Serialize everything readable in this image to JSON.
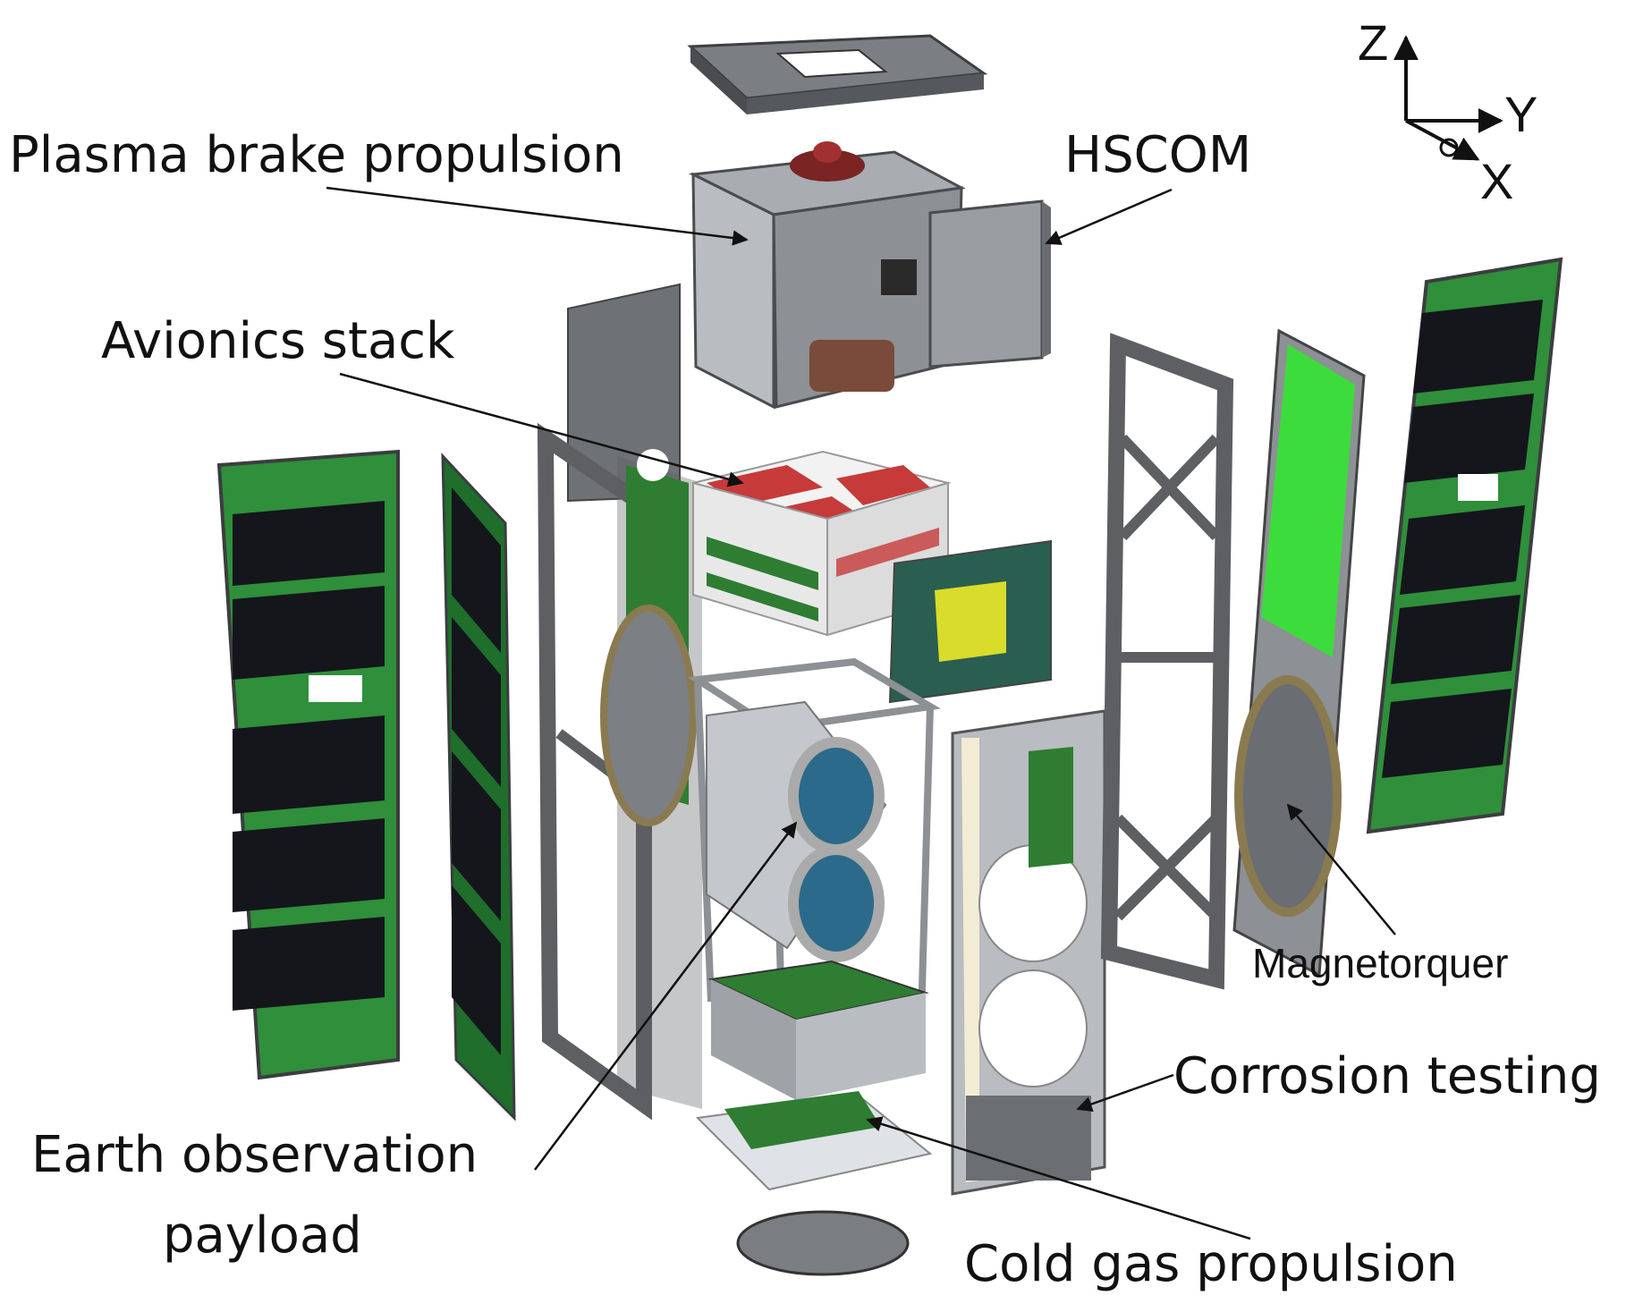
{
  "figure": {
    "labels": {
      "plasma_brake": "Plasma brake propulsion",
      "hscom": "HSCOM",
      "avionics": "Avionics stack",
      "earth_obs_line1": "Earth observation",
      "earth_obs_line2": "payload",
      "magnetorquer": "Magnetorquer",
      "corrosion": "Corrosion testing",
      "cold_gas": "Cold gas propulsion"
    },
    "axes": {
      "z": "Z",
      "y": "Y",
      "x": "X"
    }
  },
  "colors": {
    "solar_panel_pcb": "#2f8f3a",
    "solar_cell": "#14161c",
    "frame": "#5d5f63",
    "aluminium": "#b9bcc0",
    "pcb_green": "#2e7d32",
    "bright_pcb": "#3ddc3d",
    "avionics_red": "#c73a3a",
    "antenna_yellow": "#d9dc2a",
    "coil": "#8a7a4f",
    "gray_panel": "#8d9094"
  }
}
